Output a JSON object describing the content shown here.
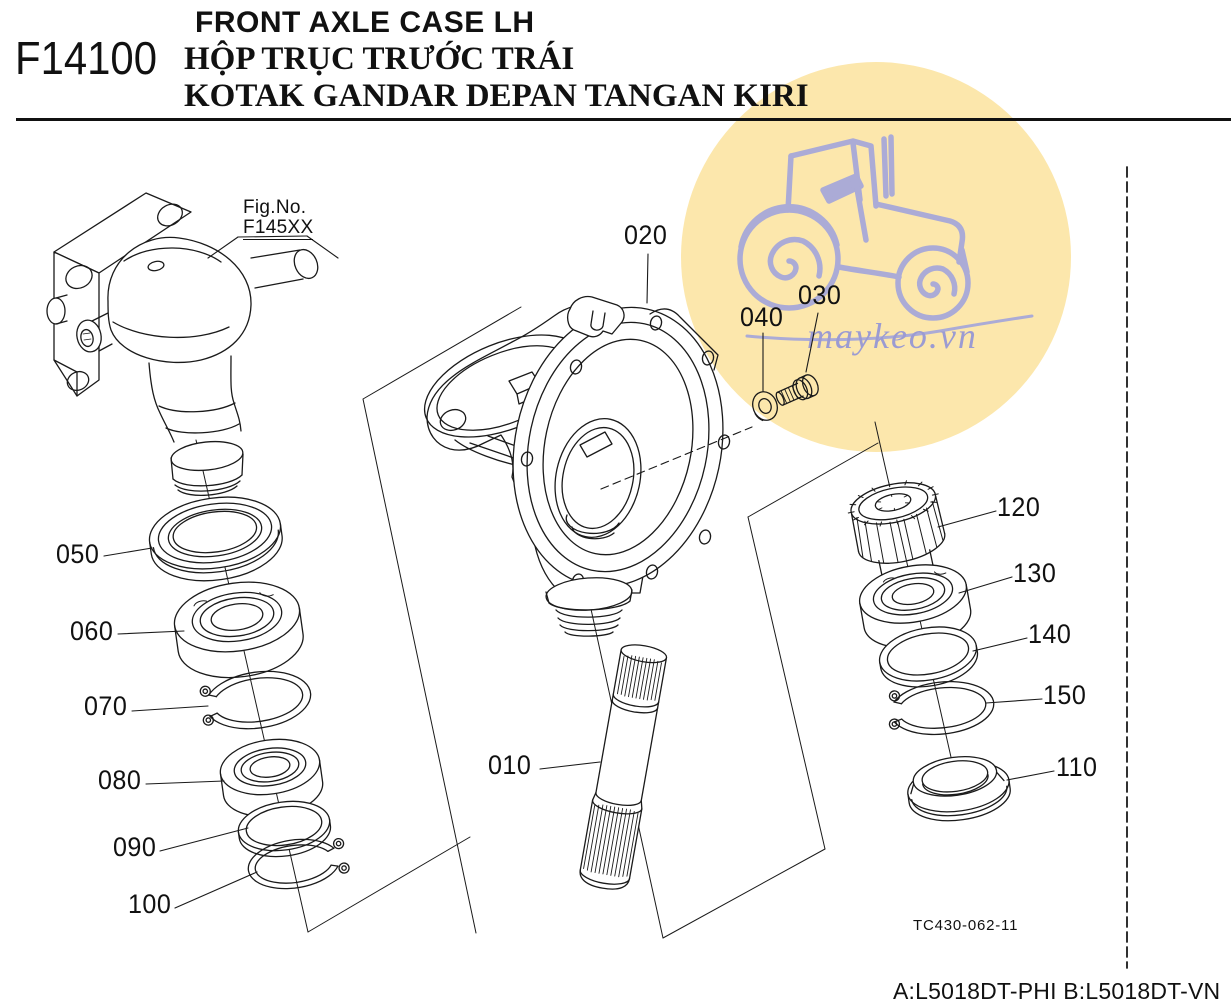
{
  "header": {
    "figure_code": "F14100",
    "title_en": "FRONT AXLE CASE LH",
    "title_vi": "HỘP TRỤC TRƯỚC TRÁI",
    "title_id": "KOTAK GANDAR DEPAN TANGAN KIRI"
  },
  "figure_reference": {
    "line1": "Fig.No.",
    "line2": "F145XX"
  },
  "part_numbers": [
    "010",
    "020",
    "030",
    "040",
    "050",
    "060",
    "070",
    "080",
    "090",
    "100",
    "110",
    "120",
    "130",
    "140",
    "150"
  ],
  "watermark": {
    "text": "maykeo.vn",
    "circle_color": "#FCE7AC",
    "art_color": "#ABABD6",
    "text_color": "#9B9BD2"
  },
  "drawing_code": "TC430-062-11",
  "footer_models": "A:L5018DT-PHI B:L5018DT-VN",
  "colors": {
    "line": "#1A1A1A",
    "background": "#FFFFFF"
  }
}
